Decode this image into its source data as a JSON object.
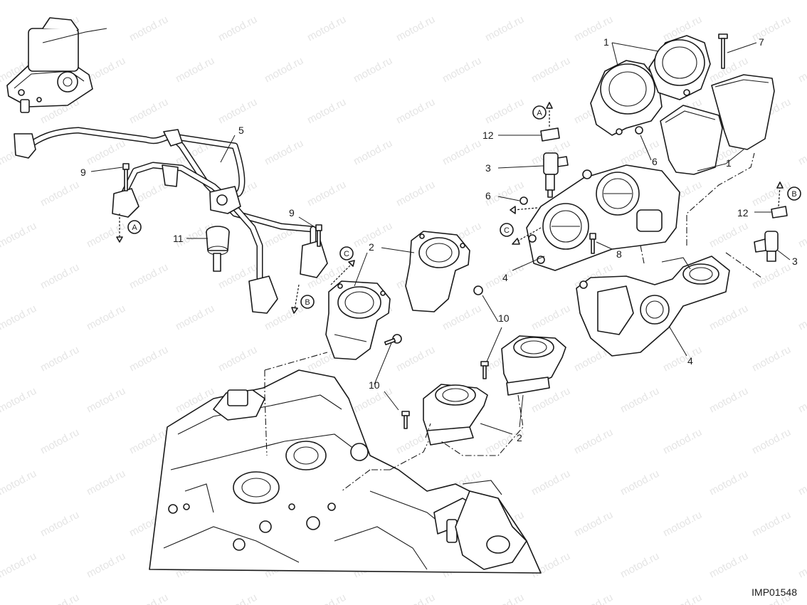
{
  "watermark": "motod.ru",
  "drawing_code": "IMP01548",
  "callouts": {
    "n1": "1",
    "n2": "2",
    "n3": "3",
    "n4": "4",
    "n5": "5",
    "n6": "6",
    "n7": "7",
    "n8": "8",
    "n9": "9",
    "n10": "10",
    "n11": "11",
    "n12": "12"
  },
  "refs": {
    "a": "A",
    "b": "B",
    "c": "C"
  },
  "colors": {
    "line": "#1a1a1a",
    "paper": "#ffffff",
    "watermark": "#cfcfcf"
  }
}
